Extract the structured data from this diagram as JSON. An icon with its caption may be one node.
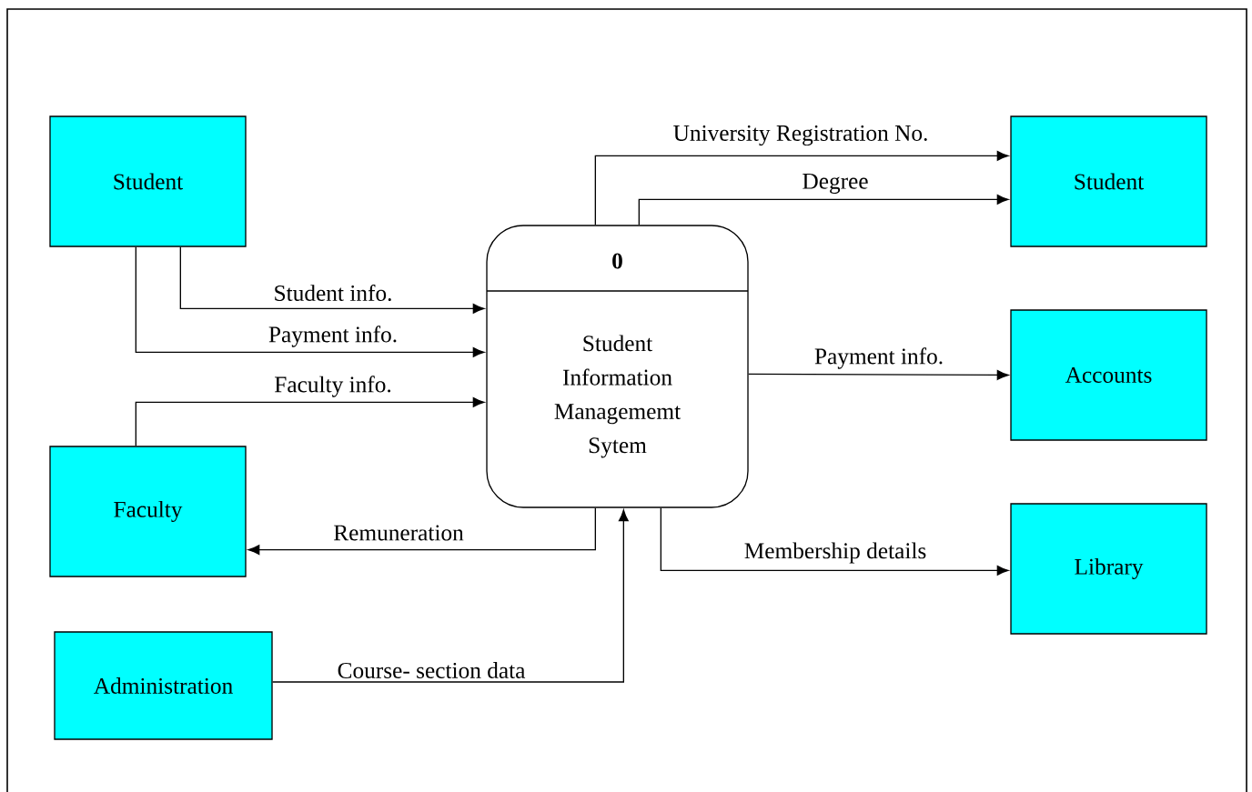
{
  "diagram": {
    "nodes": [
      {
        "text": [
          "Student"
        ]
      },
      {
        "text": [
          "Faculty"
        ]
      },
      {
        "text": [
          "Administration"
        ]
      },
      {
        "text": [
          "0",
          "Student Information Managememt Sytem"
        ]
      },
      {
        "text": [
          "Student"
        ]
      },
      {
        "text": [
          "Accounts"
        ]
      },
      {
        "text": [
          "Library"
        ]
      }
    ],
    "edges": [
      {
        "from": 0,
        "to": 3,
        "arrow": "to",
        "label": "Student info."
      },
      {
        "from": 0,
        "to": 3,
        "arrow": "to",
        "label": "Payment info."
      },
      {
        "from": 1,
        "to": 3,
        "arrow": "to",
        "label": "Faculty info."
      },
      {
        "from": 3,
        "to": 1,
        "arrow": "to",
        "label": "Remuneration"
      },
      {
        "from": 2,
        "to": 3,
        "arrow": "to",
        "label": "Course- section data"
      },
      {
        "from": 3,
        "to": 4,
        "arrow": "to",
        "label": "University Registration No."
      },
      {
        "from": 3,
        "to": 4,
        "arrow": "to",
        "label": "Degree"
      },
      {
        "from": 3,
        "to": 5,
        "arrow": "to",
        "label": "Payment info."
      },
      {
        "from": 3,
        "to": 6,
        "arrow": "to",
        "label": "Membership details"
      }
    ]
  }
}
